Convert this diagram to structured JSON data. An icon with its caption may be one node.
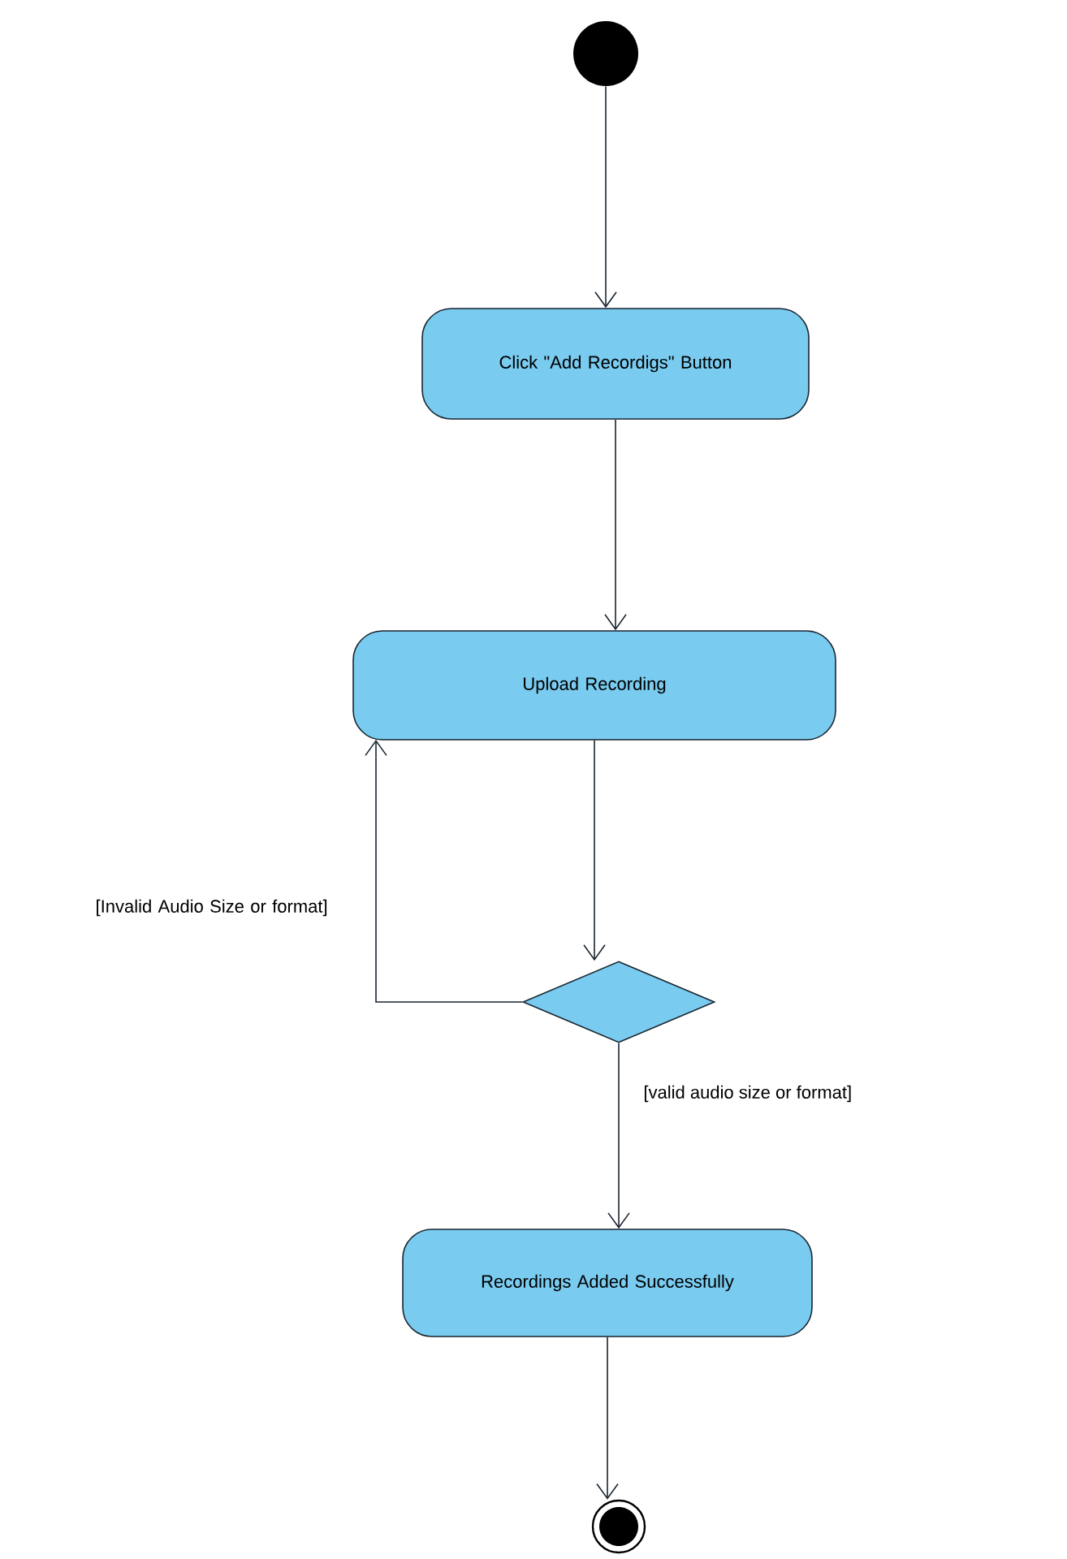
{
  "diagram": {
    "nodes": [
      {
        "text": [],
        "shape": "circle"
      },
      {
        "text": [
          "Click \"Add Recordigs\" Button"
        ]
      },
      {
        "text": [
          "Upload Recording"
        ]
      },
      {
        "text": [],
        "shape": "diamond"
      },
      {
        "text": [
          "Recordings Added Successfully"
        ]
      },
      {
        "text": [],
        "shape": "bullseye"
      }
    ],
    "edges": [
      {
        "from": 0,
        "to": 1,
        "arrow": "to"
      },
      {
        "from": 1,
        "to": 2,
        "arrow": "to"
      },
      {
        "from": 2,
        "to": 3,
        "arrow": "to"
      },
      {
        "from": 3,
        "to": 2,
        "arrow": "to",
        "label": "[Invalid Audio Size or format]"
      },
      {
        "from": 3,
        "to": 4,
        "arrow": "to",
        "label": "[valid audio size or format]"
      },
      {
        "from": 4,
        "to": 5,
        "arrow": "to"
      }
    ]
  }
}
